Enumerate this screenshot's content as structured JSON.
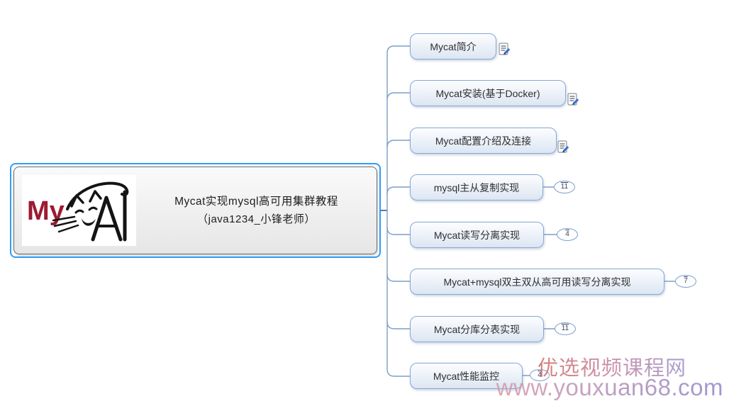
{
  "root": {
    "title_line1": "Mycat实现mysql高可用集群教程",
    "title_line2": "（java1234_小锋老师）",
    "logo": {
      "name": "mycat-logo",
      "text_my": "My"
    }
  },
  "topics": [
    {
      "label": "Mycat简介",
      "icon": "note-icon"
    },
    {
      "label": "Mycat安装(基于Docker)",
      "icon": "note-icon"
    },
    {
      "label": "Mycat配置介绍及连接",
      "icon": "note-icon"
    },
    {
      "label": "mysql主从复制实现",
      "badge": "11"
    },
    {
      "label": "Mycat读写分离实现",
      "badge": "4"
    },
    {
      "label": "Mycat+mysql双主双从高可用读写分离实现",
      "badge": "7"
    },
    {
      "label": "Mycat分库分表实现",
      "badge": "11"
    },
    {
      "label": "Mycat性能监控",
      "badge": "4"
    }
  ],
  "watermark": {
    "line1": "优选视频课程网",
    "line2": "www.youxuan68.com"
  },
  "colors": {
    "selection_blue": "#2e9df7",
    "branch_line": "#7d9ec9",
    "branch_stub": "#5c7ca6",
    "topic_border": "#85a9d6",
    "topic_fill_top": "#fdfdff",
    "topic_fill_bottom": "#dce6f2",
    "root_border": "#6a6a6a",
    "root_fill_top": "#fafafa",
    "root_fill_bottom": "#e6e6e6",
    "logo_red": "#9c1b30",
    "badge_border": "#7da0cc",
    "badge_text": "#333f5e",
    "wm_start": "#cf6a66",
    "wm_mid": "#c37f9e",
    "wm_end": "#9a90c8",
    "wm2_start": "#d898a8",
    "wm2_end": "#9186c8"
  }
}
